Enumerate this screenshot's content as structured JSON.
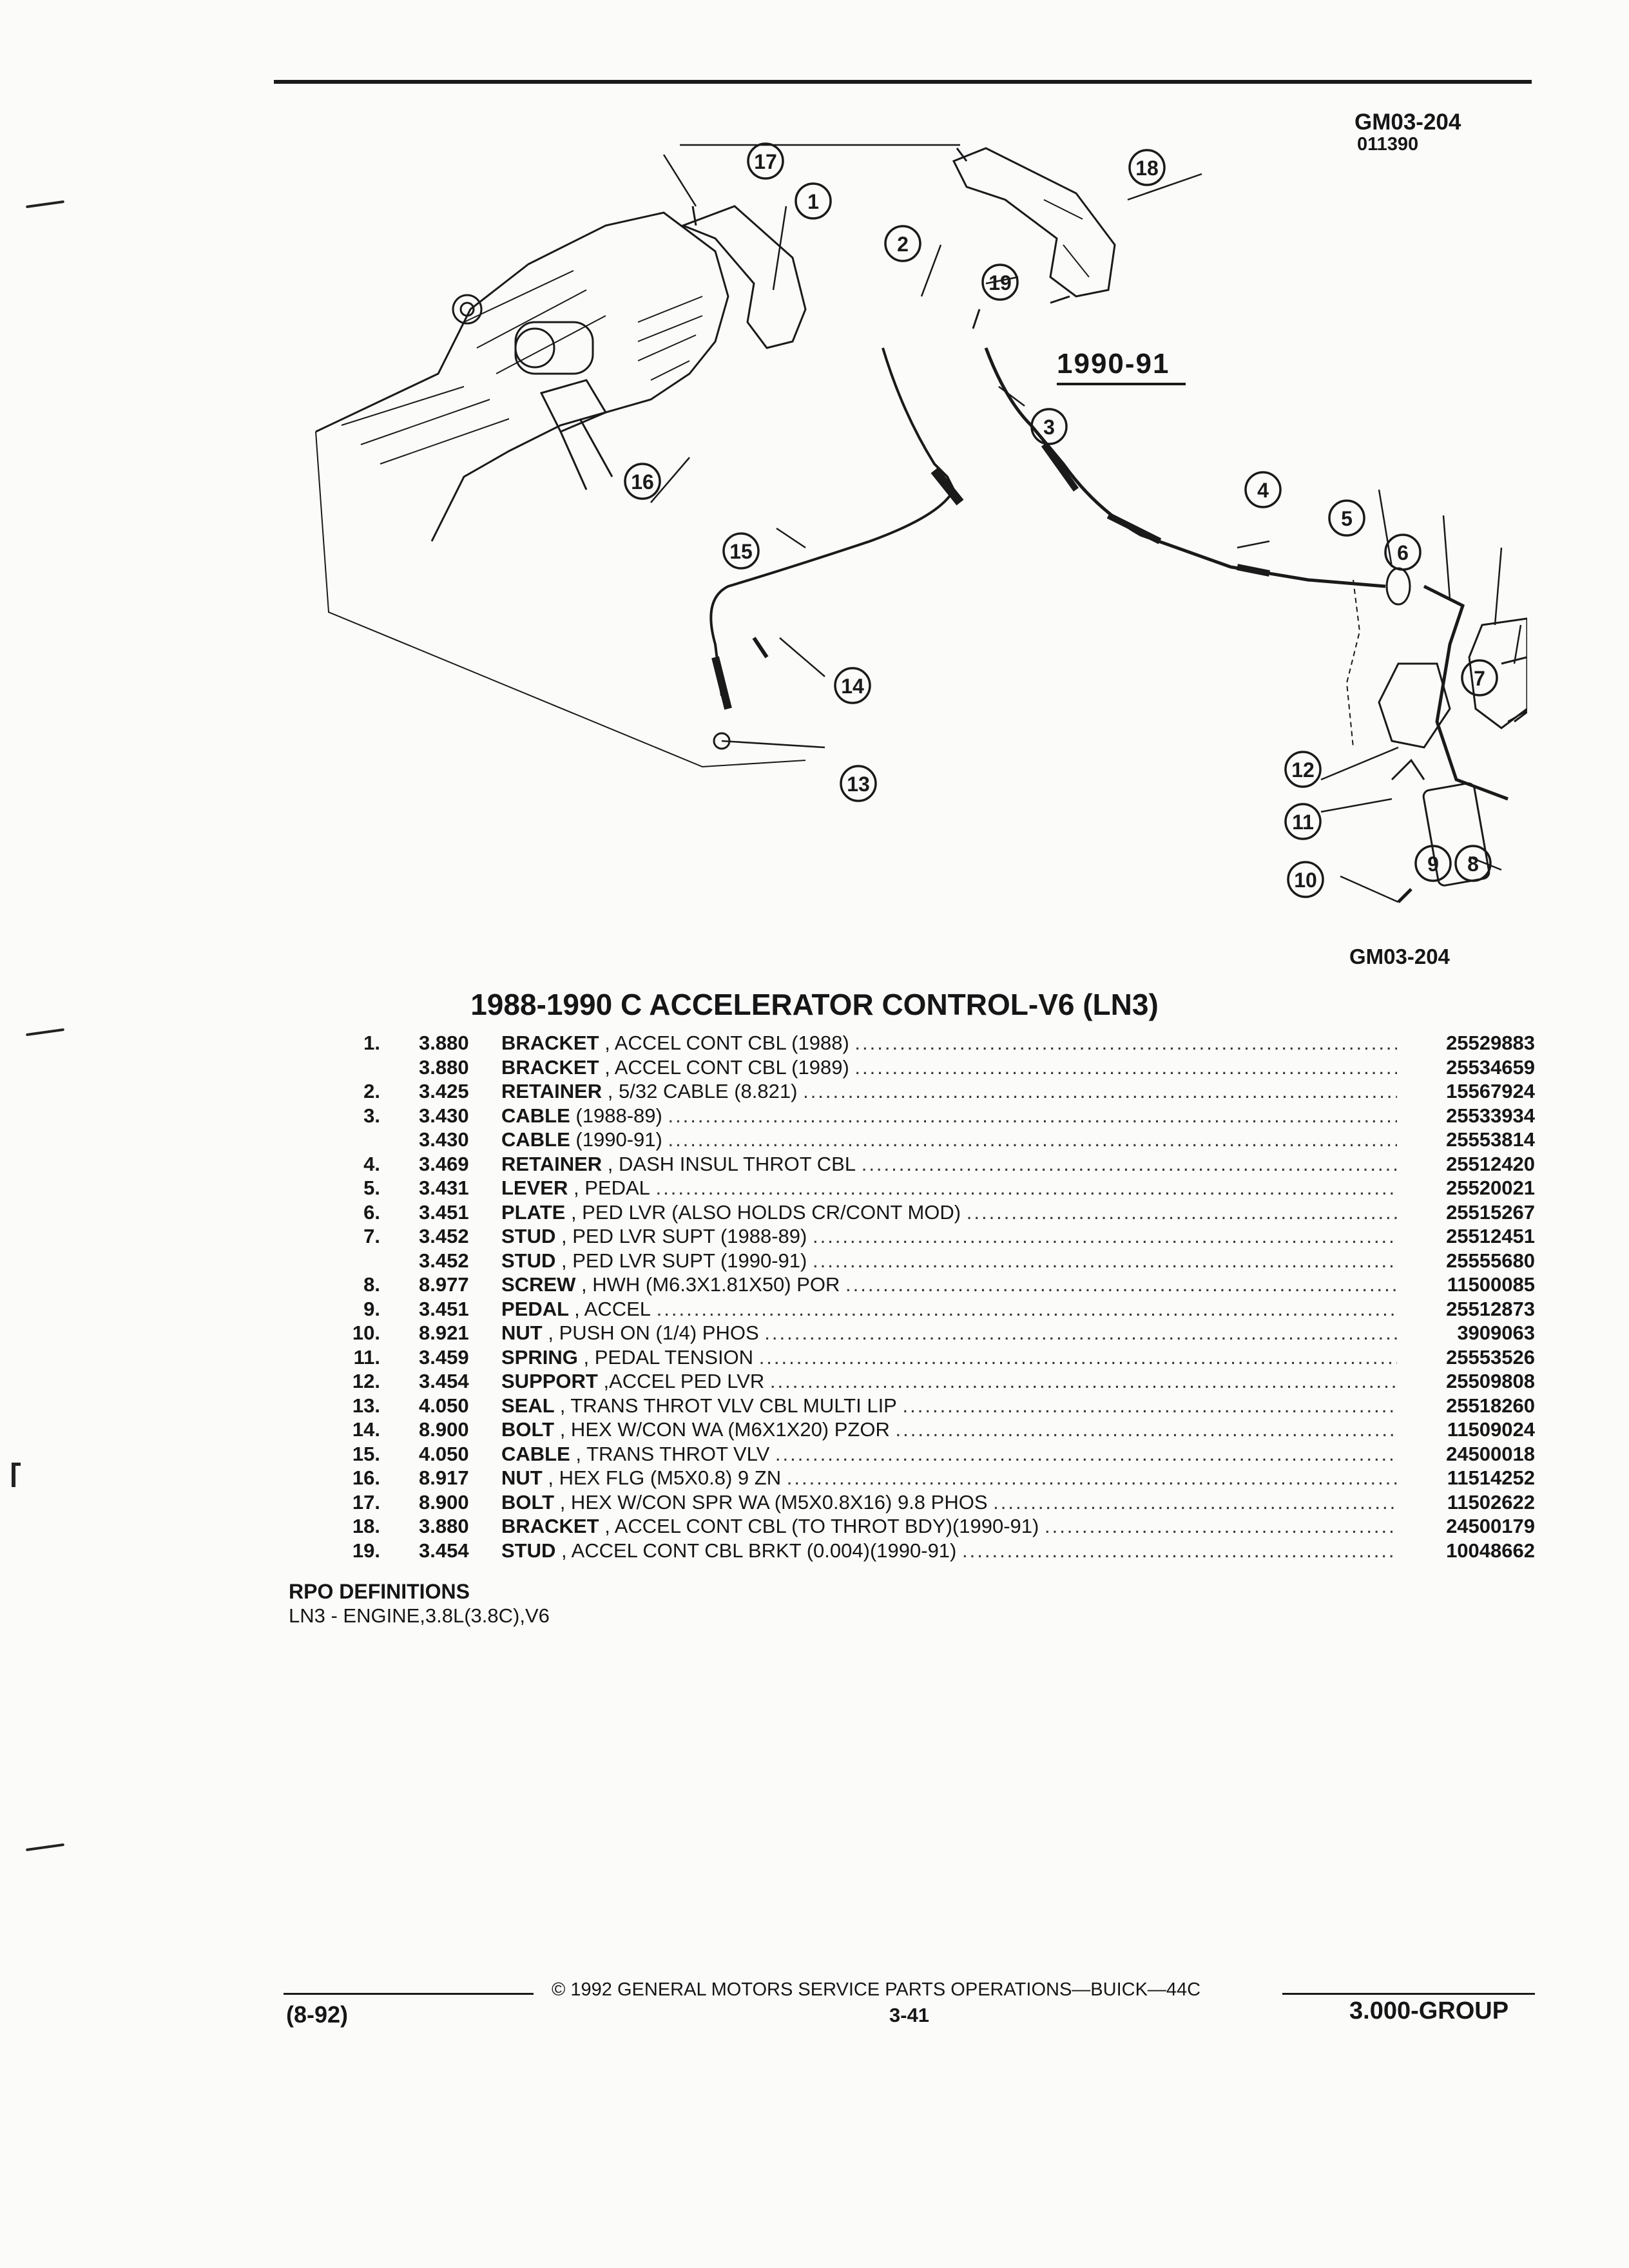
{
  "header": {
    "code": "GM03-204",
    "date_code": "011390"
  },
  "figure": {
    "code": "GM03-204",
    "year_label": "1990-91",
    "callouts": [
      "1",
      "2",
      "3",
      "4",
      "5",
      "6",
      "7",
      "8",
      "9",
      "10",
      "11",
      "12",
      "13",
      "14",
      "15",
      "16",
      "17",
      "18",
      "19"
    ]
  },
  "title": "1988-1990 C ACCELERATOR CONTROL-V6 (LN3)",
  "parts": [
    {
      "num": "1.",
      "group": "3.880",
      "name": "BRACKET",
      "detail": ", ACCEL CONT CBL (1988)",
      "part": "25529883"
    },
    {
      "num": "",
      "group": "3.880",
      "name": "BRACKET",
      "detail": ", ACCEL CONT CBL (1989)",
      "part": "25534659"
    },
    {
      "num": "2.",
      "group": "3.425",
      "name": "RETAINER",
      "detail": ", 5/32 CABLE (8.821)",
      "part": "15567924"
    },
    {
      "num": "3.",
      "group": "3.430",
      "name": "CABLE",
      "detail": "(1988-89)",
      "part": "25533934"
    },
    {
      "num": "",
      "group": "3.430",
      "name": "CABLE",
      "detail": "(1990-91)",
      "part": "25553814"
    },
    {
      "num": "4.",
      "group": "3.469",
      "name": "RETAINER",
      "detail": ", DASH INSUL THROT CBL",
      "part": "25512420"
    },
    {
      "num": "5.",
      "group": "3.431",
      "name": "LEVER",
      "detail": ", PEDAL",
      "part": "25520021"
    },
    {
      "num": "6.",
      "group": "3.451",
      "name": "PLATE",
      "detail": ", PED LVR (ALSO HOLDS CR/CONT MOD)",
      "part": "25515267"
    },
    {
      "num": "7.",
      "group": "3.452",
      "name": "STUD",
      "detail": ", PED LVR SUPT (1988-89)",
      "part": "25512451"
    },
    {
      "num": "",
      "group": "3.452",
      "name": "STUD",
      "detail": ", PED LVR SUPT (1990-91)",
      "part": "25555680"
    },
    {
      "num": "8.",
      "group": "8.977",
      "name": "SCREW",
      "detail": ", HWH (M6.3X1.81X50) POR",
      "part": "11500085"
    },
    {
      "num": "9.",
      "group": "3.451",
      "name": "PEDAL",
      "detail": ", ACCEL",
      "part": "25512873"
    },
    {
      "num": "10.",
      "group": "8.921",
      "name": "NUT",
      "detail": ", PUSH ON (1/4) PHOS",
      "part": "3909063"
    },
    {
      "num": "11.",
      "group": "3.459",
      "name": "SPRING",
      "detail": ", PEDAL TENSION",
      "part": "25553526"
    },
    {
      "num": "12.",
      "group": "3.454",
      "name": "SUPPORT",
      "detail": ",ACCEL PED LVR",
      "part": "25509808"
    },
    {
      "num": "13.",
      "group": "4.050",
      "name": "SEAL",
      "detail": ", TRANS THROT VLV CBL MULTI LIP",
      "part": "25518260"
    },
    {
      "num": "14.",
      "group": "8.900",
      "name": "BOLT",
      "detail": ", HEX W/CON WA (M6X1X20) PZOR",
      "part": "11509024"
    },
    {
      "num": "15.",
      "group": "4.050",
      "name": "CABLE",
      "detail": ", TRANS THROT VLV",
      "part": "24500018"
    },
    {
      "num": "16.",
      "group": "8.917",
      "name": "NUT",
      "detail": ", HEX FLG (M5X0.8) 9 ZN",
      "part": "11514252"
    },
    {
      "num": "17.",
      "group": "8.900",
      "name": "BOLT",
      "detail": ", HEX W/CON SPR WA (M5X0.8X16) 9.8 PHOS",
      "part": "11502622"
    },
    {
      "num": "18.",
      "group": "3.880",
      "name": "BRACKET",
      "detail": ", ACCEL CONT CBL (TO THROT BDY)(1990-91)",
      "part": "24500179"
    },
    {
      "num": "19.",
      "group": "3.454",
      "name": "STUD",
      "detail": ", ACCEL CONT CBL BRKT (0.004)(1990-91)",
      "part": "10048662"
    }
  ],
  "rpo": {
    "heading": "RPO DEFINITIONS",
    "definition": "LN3 - ENGINE,3.8L(3.8C),V6"
  },
  "footer": {
    "copyright": "© 1992 GENERAL MOTORS SERVICE PARTS OPERATIONS—BUICK—44C",
    "date": "(8-92)",
    "page": "3-41",
    "group": "3.000-GROUP"
  }
}
